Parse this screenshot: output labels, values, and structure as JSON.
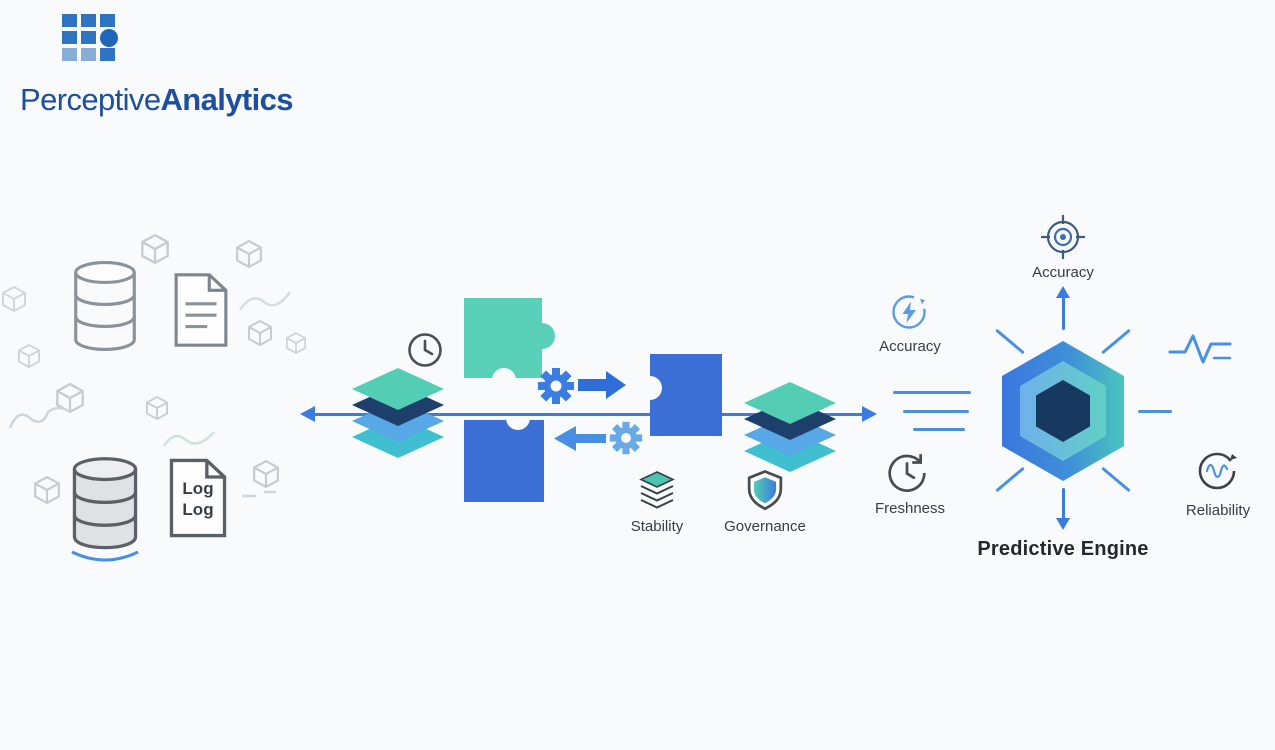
{
  "brand": {
    "name_regular": "Perceptive",
    "name_bold": "Analytics",
    "brand_color": "#1d4f9e"
  },
  "diagram": {
    "log_doc": {
      "line1": "Log",
      "line2": "Log"
    },
    "pillars": {
      "stability": "Stability",
      "governance": "Governance"
    },
    "metrics": {
      "accuracy_side": "Accuracy",
      "freshness": "Freshness",
      "accuracy_top": "Accuracy",
      "reliability": "Reliability"
    },
    "engine": {
      "title": "Predictive Engine"
    },
    "colors": {
      "flow_blue": "#3b7ce0",
      "teal": "#53cdb4",
      "navy": "#1e3f6b",
      "light_blue": "#5aa5e8",
      "puzzle_blue": "#3c6fd6",
      "outline_gray": "#8a929a",
      "label_text": "#383d44"
    },
    "icons": [
      "grid-logo-icon",
      "database-icon",
      "document-icon",
      "log-file-icon",
      "cube-icon",
      "clock-icon",
      "layer-stack-icon",
      "puzzle-piece-icon",
      "gear-icon",
      "shield-icon",
      "lightning-refresh-icon",
      "clock-refresh-icon",
      "target-icon",
      "pulse-icon",
      "waveform-refresh-icon",
      "hexagon-core-icon"
    ]
  }
}
